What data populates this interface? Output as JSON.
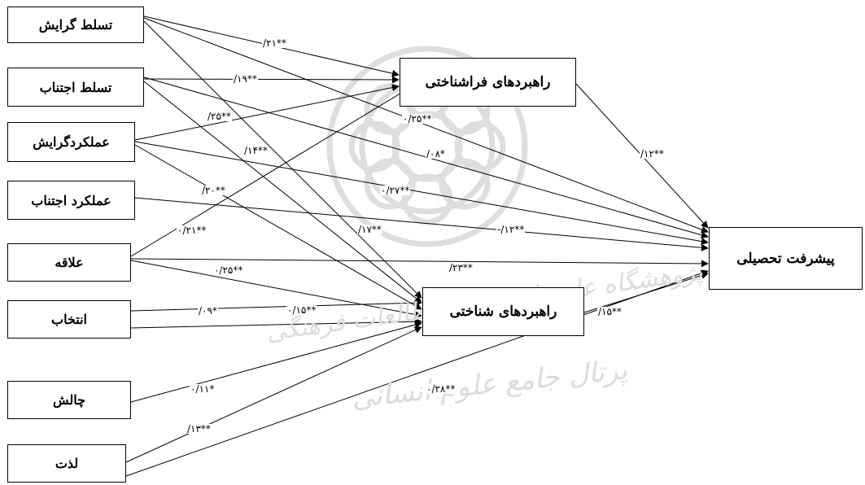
{
  "nodes": {
    "tasallot_gerayesh": "تسلط گرایش",
    "tasallot_ejtenab": "تسلط اجتناب",
    "amalkard_gerayesh": "عملکردگرایش",
    "amalkard_ejtenab": "عملکرد اجتناب",
    "alaghe": "علاقه",
    "entekhab": "انتخاب",
    "chalesh": "چالش",
    "lezzat": "لذت",
    "farashenakhti": "راهبردهای فراشناختی",
    "shenakhti": "راهبردهای شناختی",
    "pishraft": "پیشرفت تحصیلی"
  },
  "coefficients": {
    "c01": "/۲۱**",
    "c02": "/۱۹**",
    "c03": "/۲۵**",
    "c04": "۰/۲۵**",
    "c05": "/۱۴**",
    "c06": "/۰۸*",
    "c07": "/۱۲**",
    "c08": "/۲۰**",
    "c09": "۰/۲۷**",
    "c10": "۰/۲۱**",
    "c11": "/۱۷**",
    "c12": "-/۱۲**",
    "c13": "۰/۲۵**",
    "c14": "/۲۳**",
    "c15": "/۰۹*",
    "c16": "۰/۱۵**",
    "c17": "/۱۵**",
    "c18": "۰/۱۱*",
    "c19": "۰/۲۸**",
    "c20": "/۱۳**"
  },
  "watermark": {
    "line1": "پژوهشگاه علوم انسانی و مطالعات فرهنگی",
    "line2": "پرتال جامع علوم انسانی"
  },
  "colors": {
    "line": "#000000",
    "watermark": "#dddddd"
  }
}
